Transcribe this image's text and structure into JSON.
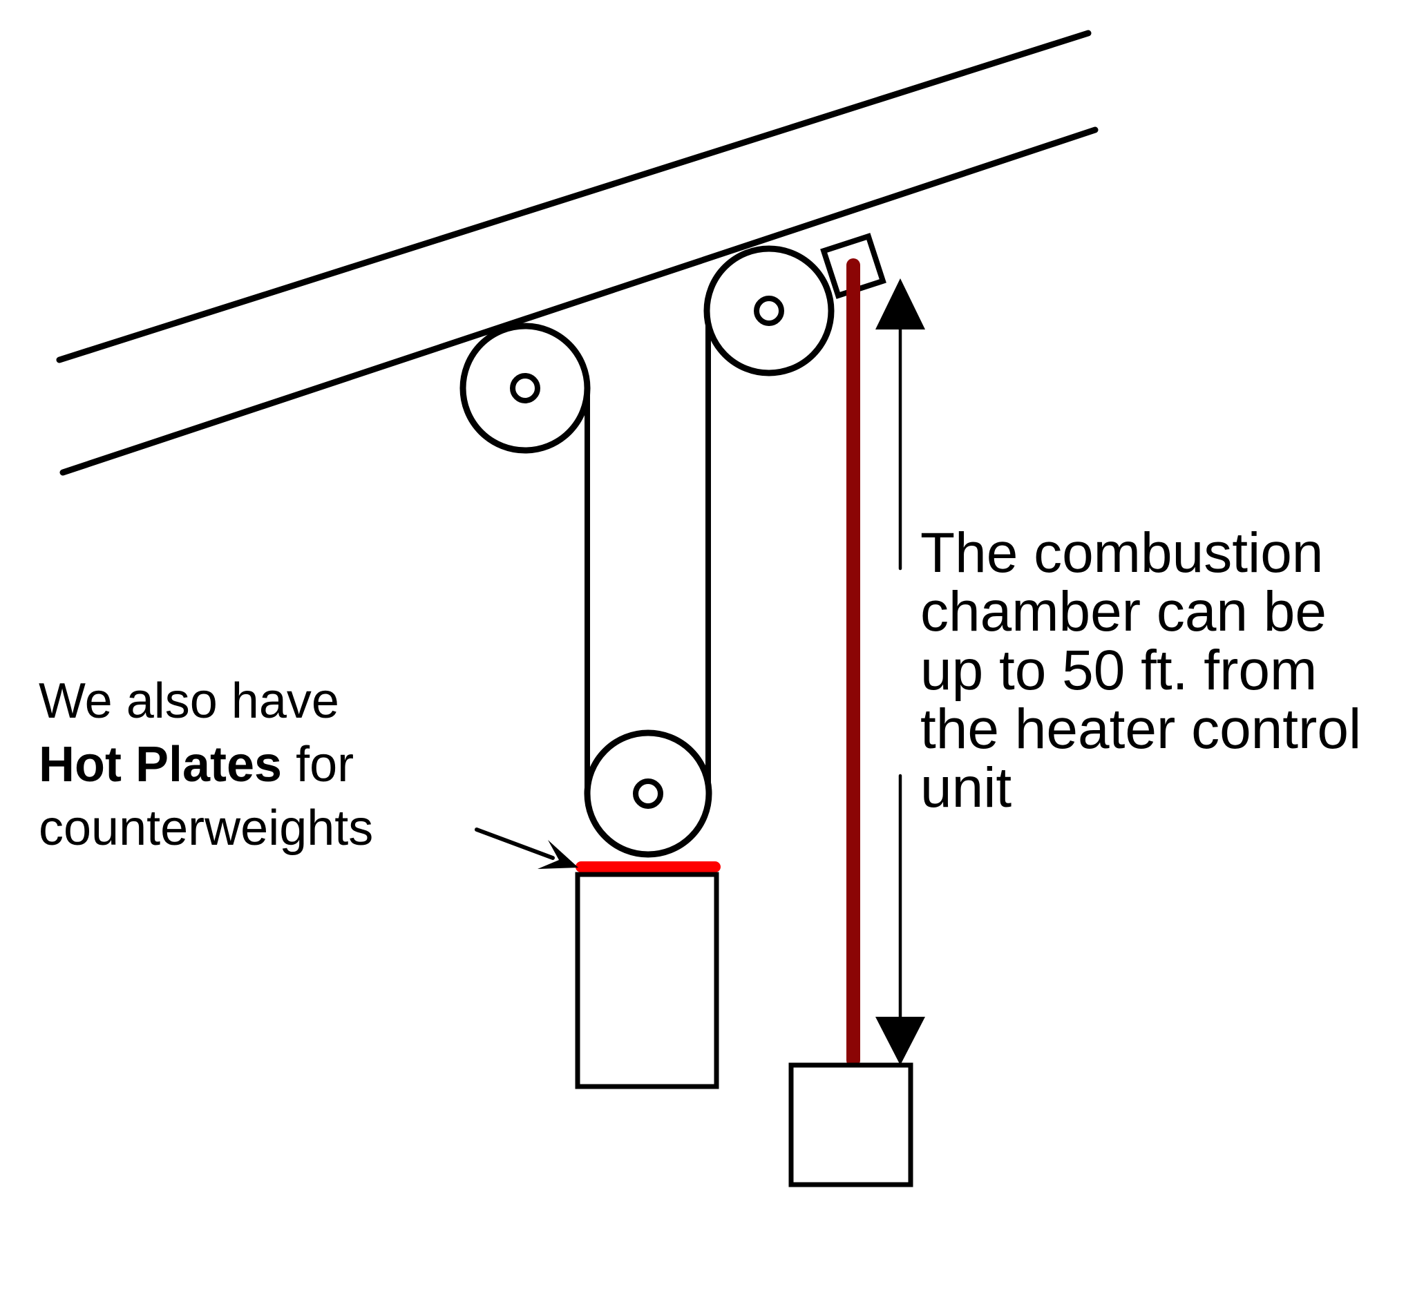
{
  "left_note": {
    "line1": "We also have",
    "line2_bold": "Hot Plates",
    "line2_rest": " for",
    "line3": "counterweights"
  },
  "right_note": {
    "line1": "The combustion",
    "line2": "chamber can be",
    "line3": "up to 50 ft. from",
    "line4": "the heater control",
    "line5": "unit"
  },
  "colors": {
    "background": "#ffffff",
    "ink": "#000000",
    "hot_plate_red": "#ff0000",
    "combustion_tube_dark_red": "#8b0505"
  }
}
